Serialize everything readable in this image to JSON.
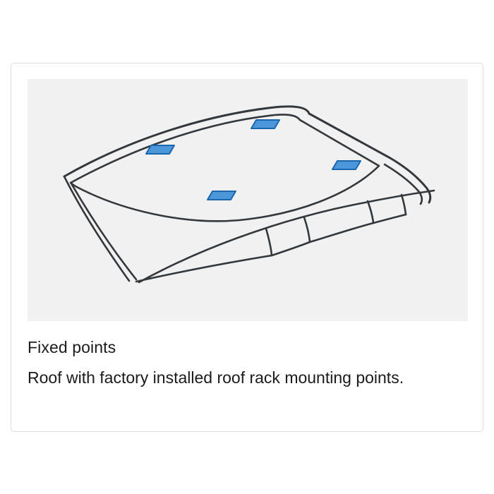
{
  "theme": {
    "card_bg": "#ffffff",
    "card_border": "#dcdcdc",
    "image_bg": "#f1f1f2",
    "line": "#33383d",
    "pad_fill": "#4d96d9",
    "pad_stroke": "#1a67ae",
    "text": "#1b1b1b"
  },
  "card": {
    "title": "Fixed points",
    "description": "Roof with factory installed roof rack mounting points.",
    "illustration": {
      "name": "car-roof-fixed-points-diagram",
      "label": "Car roof line drawing with four blue factory mounting points",
      "mount_point_count": 4
    }
  }
}
